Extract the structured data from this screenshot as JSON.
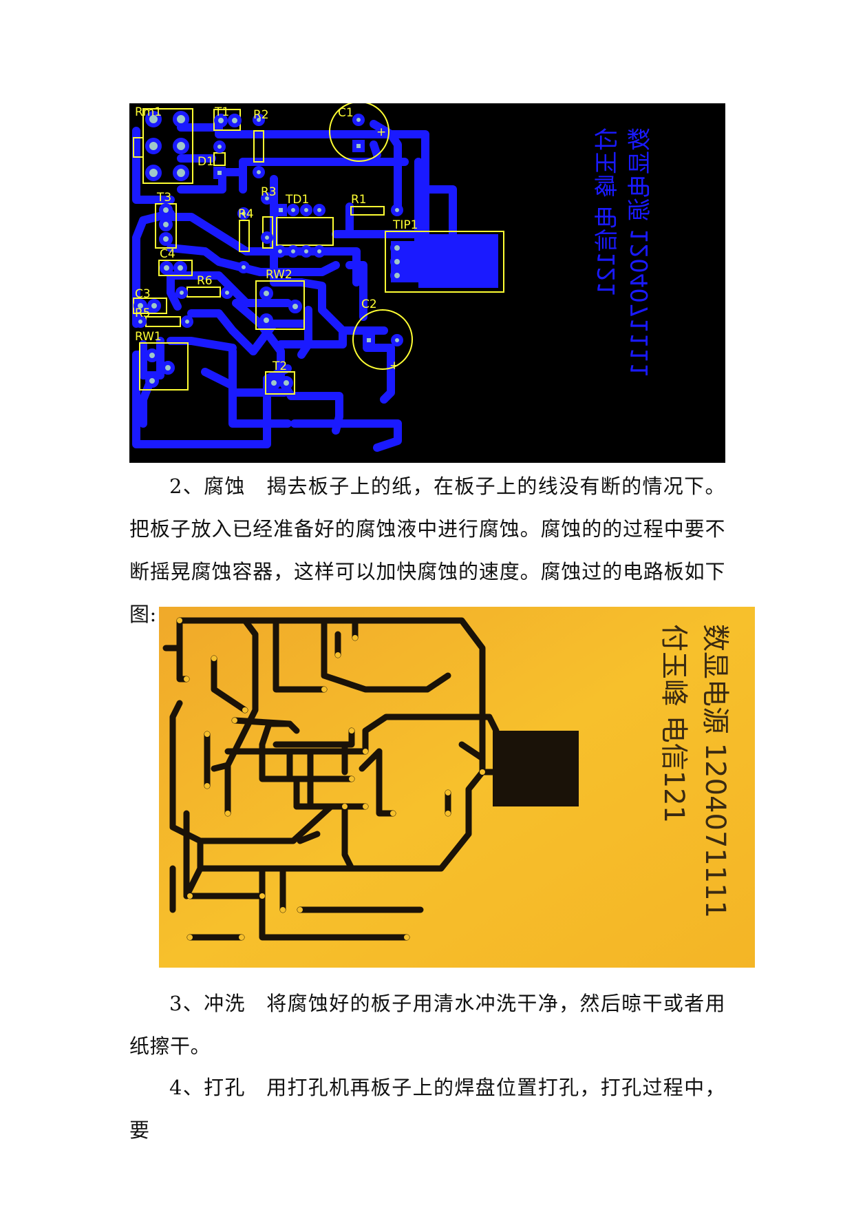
{
  "pcb_layout": {
    "component_labels": [
      "Rm1",
      "T1",
      "R2",
      "C1",
      "D1",
      "T3",
      "R3",
      "R4",
      "TD1",
      "R1",
      "TIP1",
      "C4",
      "R6",
      "RW2",
      "C3",
      "R5",
      "C2",
      "RW1",
      "T2"
    ],
    "mirrored_text": [
      "付玉峰  电信121",
      "数显电源  1204071111"
    ],
    "plus_marks": [
      "+",
      "+"
    ],
    "colors": {
      "background": "#000000",
      "copper": "#1a1aff",
      "silkscreen": "#ffff33",
      "pad": "#9fc8c8"
    }
  },
  "paragraphs": {
    "p2": "2、腐蚀　揭去板子上的纸，在板子上的线没有断的情况下。把板子放入已经准备好的腐蚀液中进行腐蚀。腐蚀的的过程中要不断摇晃腐蚀容器，这样可以加快腐蚀的速度。腐蚀过的电路板如下图:",
    "p3": "3、冲洗　将腐蚀好的板子用清水冲洗干净，然后晾干或者用纸擦干。",
    "p4": "4、打孔　用打孔机再板子上的焊盘位置打孔，打孔过程中，要"
  },
  "etched_board": {
    "text_lines": [
      "付玉峰  电信121",
      "数显电源  1204071111"
    ],
    "colors": {
      "substrate": "#f5b623",
      "trace": "#1a1208"
    }
  }
}
